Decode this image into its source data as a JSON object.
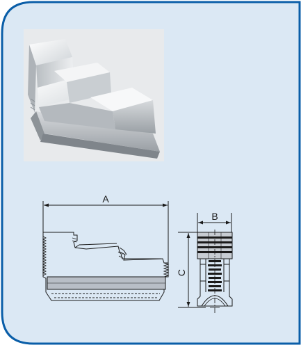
{
  "colors": {
    "panel_fill": "#dbe8f4",
    "panel_border": "#0a5ea8",
    "line": "#1a1a1a"
  },
  "dimensions": {
    "a_label": "A",
    "b_label": "B",
    "c_label": "C"
  }
}
